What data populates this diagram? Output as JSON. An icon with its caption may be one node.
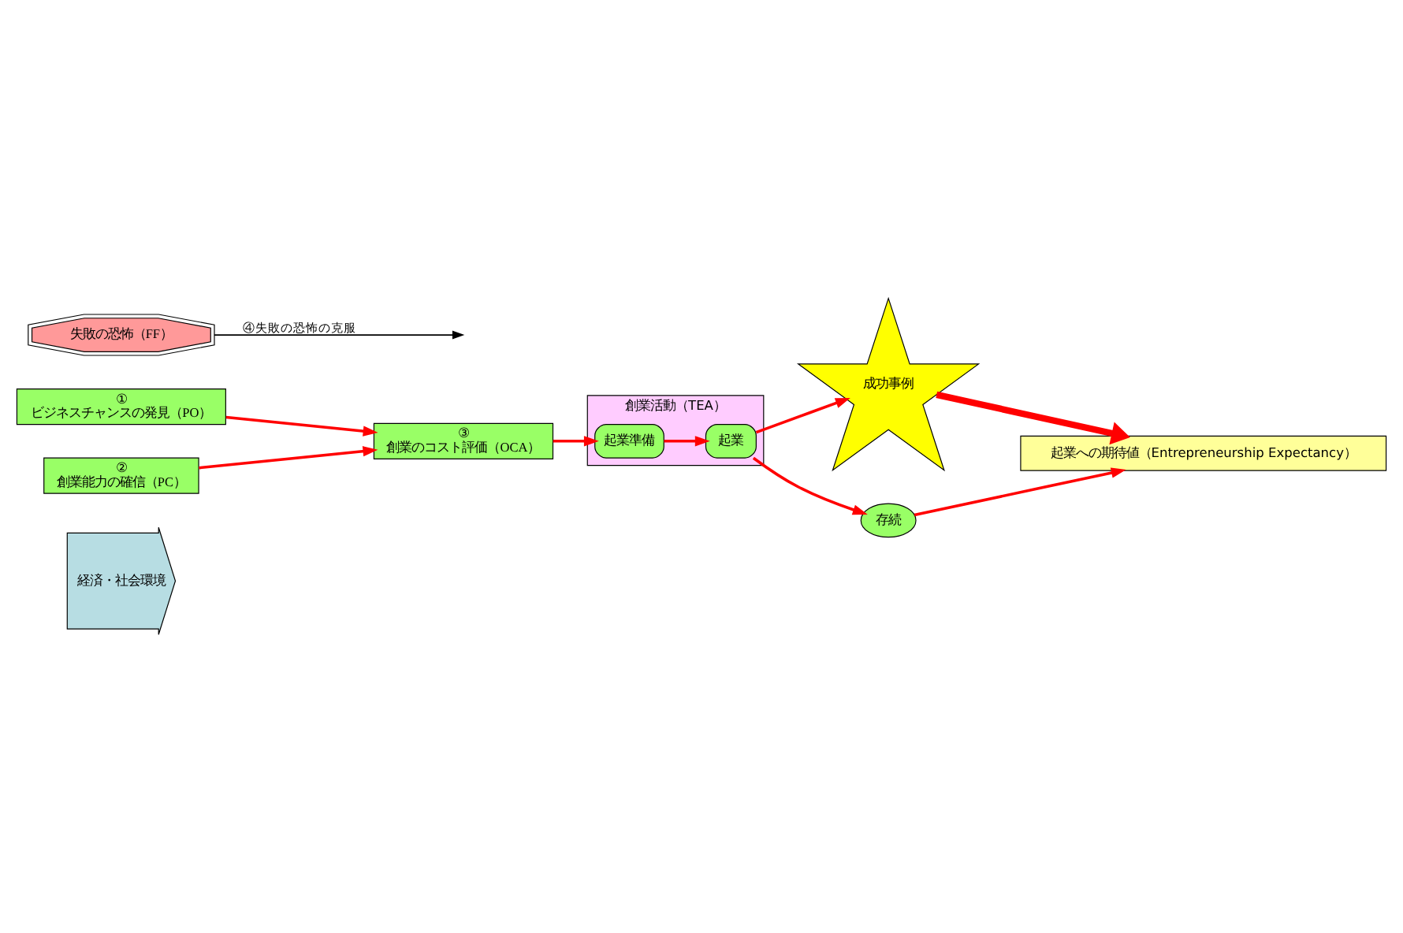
{
  "diagram": {
    "nodes": [
      {
        "text": [
          "経済・社会環境"
        ]
      },
      {
        "text": [
          "①",
          "ビジネスチャンスの発見（PO）"
        ]
      },
      {
        "text": [
          "②",
          "創業能力の確信（PC）"
        ]
      },
      {
        "text": [
          "③",
          "創業のコスト評価（OCA）"
        ]
      },
      {
        "text": [
          "創業活動（TEA）"
        ]
      },
      {
        "text": [
          "起業準備"
        ],
        "in": 4
      },
      {
        "text": [
          "起業"
        ],
        "in": 4
      },
      {
        "text": [
          "成功事例"
        ]
      },
      {
        "text": [
          "存続"
        ]
      },
      {
        "text": [
          "失敗の恐怖（FF）"
        ]
      },
      {
        "text": [
          "起業への期待値（Entrepreneurship Expectancy）"
        ]
      }
    ],
    "edges": [
      {
        "from": 1,
        "to": 3,
        "arrow": "to"
      },
      {
        "from": 2,
        "to": 3,
        "arrow": "to"
      },
      {
        "from": 3,
        "to": 5,
        "arrow": "to"
      },
      {
        "from": 5,
        "to": 6,
        "arrow": "to"
      },
      {
        "from": 6,
        "to": 7,
        "arrow": "to"
      },
      {
        "from": 6,
        "to": 8,
        "arrow": "to"
      },
      {
        "from": 8,
        "to": 10,
        "arrow": "to"
      },
      {
        "from": 7,
        "to": 10,
        "arrow": "to",
        "style": "thick"
      },
      {
        "from": 9,
        "to": null,
        "arrow": "to",
        "label": "④失敗の恐怖の克服",
        "color": "#000000"
      }
    ]
  }
}
